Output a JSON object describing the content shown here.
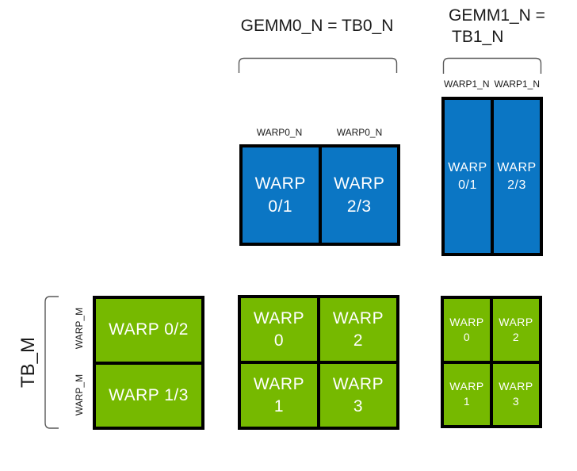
{
  "colors": {
    "warp_blue": "#0b76c4",
    "nvidia_green": "#76b900",
    "box_border": "#000000",
    "bracket_gray": "#595959",
    "label_text": "#1a1a1a",
    "cell_text": "#ffffff"
  },
  "header": {
    "gemm0_label": "GEMM0_N = TB0_N",
    "gemm1_label_line1": "GEMM1_N =",
    "gemm1_label_line2": "TB1_N"
  },
  "gemm0_warp_tile": {
    "col_labels": [
      "WARP0_N",
      "WARP0_N"
    ],
    "cells": [
      {
        "line1": "WARP",
        "line2": "0/1"
      },
      {
        "line1": "WARP",
        "line2": "2/3"
      }
    ]
  },
  "gemm1_warp_tile": {
    "col_labels": [
      "WARP1_N",
      "WARP1_N"
    ],
    "cells": [
      {
        "line1": "WARP",
        "line2": "0/1"
      },
      {
        "line1": "WARP",
        "line2": "2/3"
      }
    ]
  },
  "left_axis": {
    "label": "TB_M",
    "row_labels": [
      "WARP_M",
      "WARP_M"
    ],
    "cells": [
      "WARP 0/2",
      "WARP 1/3"
    ]
  },
  "gemm0_output_tile": {
    "cells": [
      {
        "line1": "WARP",
        "line2": "0"
      },
      {
        "line1": "WARP",
        "line2": "2"
      },
      {
        "line1": "WARP",
        "line2": "1"
      },
      {
        "line1": "WARP",
        "line2": "3"
      }
    ]
  },
  "gemm1_output_tile": {
    "cells": [
      {
        "line1": "WARP",
        "line2": "0"
      },
      {
        "line1": "WARP",
        "line2": "2"
      },
      {
        "line1": "WARP",
        "line2": "1"
      },
      {
        "line1": "WARP",
        "line2": "3"
      }
    ]
  }
}
